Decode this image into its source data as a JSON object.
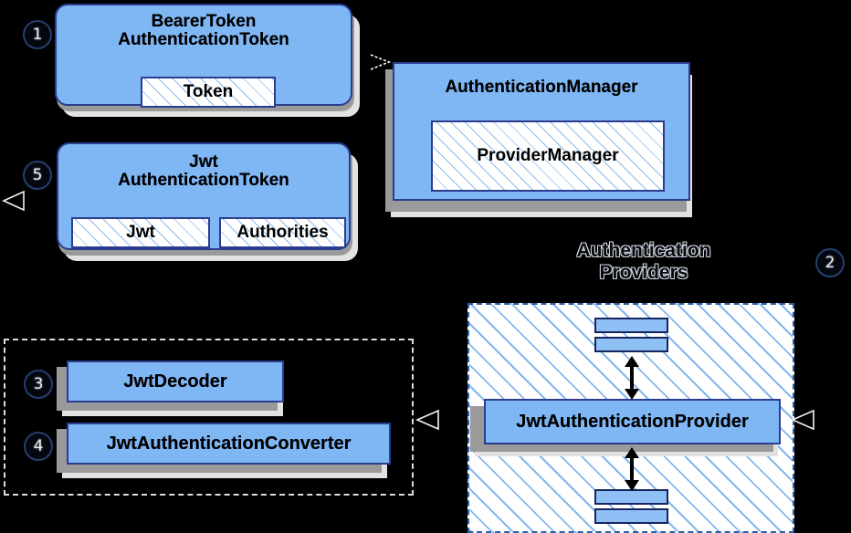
{
  "diagram": {
    "title": "Spring Security JWT Bearer Token Authentication Flow",
    "background_color": "#000000",
    "node_fill": "#7fb6f4",
    "node_border": "#2a3d8f",
    "hatch_line_color": "#78afeb",
    "shadow_dark": "#9a9a9a",
    "shadow_light": "#e2e2e2"
  },
  "markers": {
    "one": "1",
    "two": "2",
    "three": "3",
    "four": "4",
    "five": "5"
  },
  "nodes": {
    "bearer_token": {
      "title_line1": "BearerToken",
      "title_line2": "AuthenticationToken",
      "field": "Token"
    },
    "jwt_token": {
      "title_line1": "Jwt",
      "title_line2": "AuthenticationToken",
      "field_left": "Jwt",
      "field_right": "Authorities"
    },
    "authentication_manager": {
      "title": "AuthenticationManager",
      "field": "ProviderManager"
    },
    "jwt_decoder": {
      "label": "JwtDecoder"
    },
    "jwt_auth_converter": {
      "label": "JwtAuthenticationConverter"
    },
    "jwt_auth_provider": {
      "label": "JwtAuthenticationProvider"
    }
  },
  "groups": {
    "authentication_providers": {
      "label_line1": "Authentication",
      "label_line2": "Providers"
    }
  }
}
